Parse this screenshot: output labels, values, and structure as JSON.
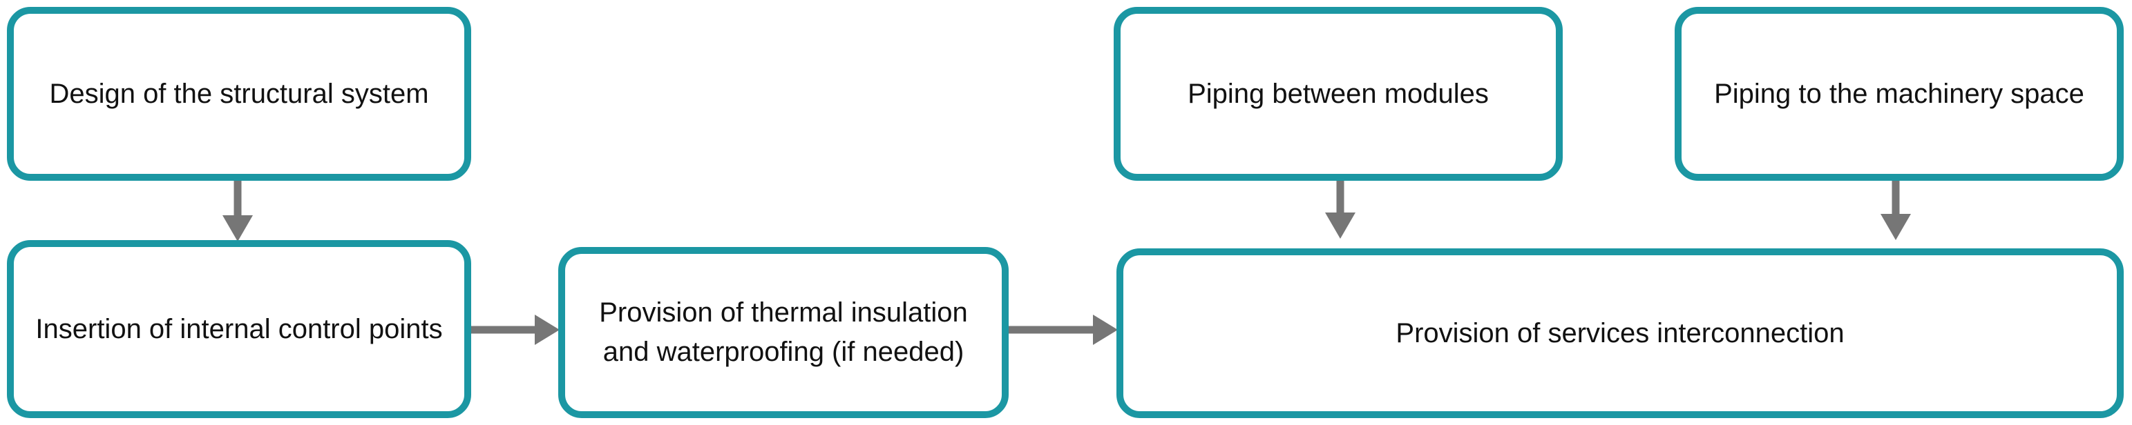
{
  "diagram": {
    "nodes": {
      "design": {
        "label": "Design of the structural system"
      },
      "insertion": {
        "label": "Insertion of internal control points"
      },
      "provision_thermal": {
        "label": "Provision of thermal insulation and waterproofing (if needed)"
      },
      "piping_modules": {
        "label": "Piping between modules"
      },
      "piping_machinery": {
        "label": "Piping to the machinery space"
      },
      "provision_services": {
        "label": "Provision of services interconnection"
      }
    },
    "edges": [
      {
        "from": "design",
        "to": "insertion"
      },
      {
        "from": "insertion",
        "to": "provision_thermal"
      },
      {
        "from": "provision_thermal",
        "to": "provision_services"
      },
      {
        "from": "piping_modules",
        "to": "provision_services"
      },
      {
        "from": "piping_machinery",
        "to": "provision_services"
      }
    ],
    "colors": {
      "box_border": "#1b97a3",
      "arrow": "#767676",
      "text": "#111111"
    }
  }
}
